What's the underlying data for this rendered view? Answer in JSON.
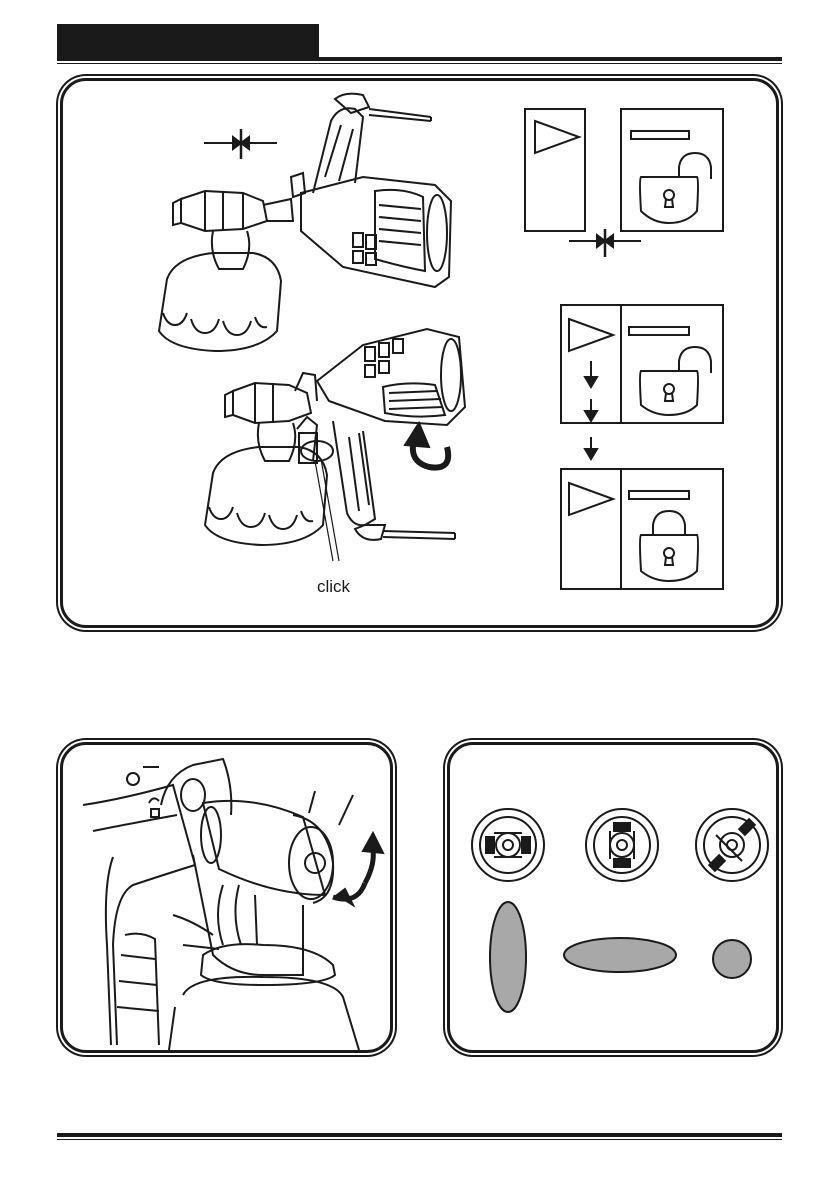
{
  "header": {
    "tab_text": ""
  },
  "assembly_panel": {
    "click_label": "click"
  },
  "icons": {
    "sprayer_body": "spray-gun-body",
    "lock_open": "unlock-icon",
    "lock_closed": "lock-icon",
    "rotate_arrow": "rotate-arrow-icon"
  },
  "spray_patterns": [
    {
      "name": "vertical",
      "shape": "vertical-ellipse"
    },
    {
      "name": "horizontal",
      "shape": "horizontal-ellipse"
    },
    {
      "name": "circular",
      "shape": "circle"
    }
  ],
  "colors": {
    "ink": "#1a1a1a",
    "pattern_fill": "#a8a8a8"
  }
}
